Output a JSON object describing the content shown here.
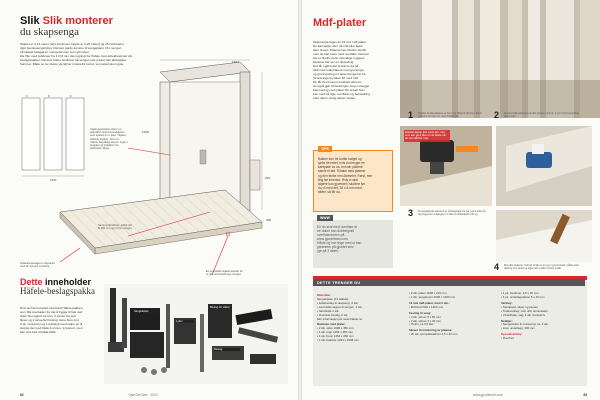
{
  "left_page": {
    "title_red": "Slik monterer",
    "title_rest": "du skapsenga",
    "intro_lines": [
      "Skapet er 2,14 meter høyt (minimum høyde er 2,25 meter) og 45 centimeter",
      "dypt (senkesengshylle). Dersom garde komme til sengeplank, Pro sengen",
      "på skapet fastgjøres i sengebunnen som gitt nisen.",
      "Da Vite med lydskruer fra 1 til 8 mm det-regntyp fra Hafele med arbeidsreinner på",
      "beslagspakker. Dersom tidere beskriver på sengen tele parket han aktivigrate.",
      "hammer. Både se ter desire de lighter innanefor kortet, som aluminium gule."
    ],
    "panel_labels": [
      "F",
      "F",
      "F"
    ],
    "dim_top": "1454",
    "dim_side": "1938",
    "dim_width": "1451",
    "dim_depth": "209",
    "dim_low": "408",
    "caption_spring": "Utgangsposisjon skiver en standard minimumsnøkkelen som spaltes inn i plan. Tilpass stikkinn snelpte. Fra mm-rullene betydelig samen: Ingen i lengden og lydekken fra størrelsen tilpas.",
    "caption_bed": "Sammenbindbare, adder lett til 200 mm opp til 4m tangen.",
    "caption_panels": "Sidekarosselaget er deplankt med de tynnere bordene.",
    "caption_notch": "En spesialde skjøtemetoder for er gitt ved leiludd opp sengen.",
    "box_title_red": "Dette",
    "box_title_rest": "inneholder",
    "box_title_line2": "Häfele-beslagspakka",
    "box_lines": [
      "Hvis du har komplett inneholdt Häfele-pakken",
      "som fikk kostnader fra det å bygge til fast ned",
      "sider ble utgjord tre ben, 2 skruer fra sett",
      "fikser og 1 skruehull festing, lame flere mm,",
      "2 pk. ornament og 1 tekstkyk med stripe en til",
      "stoppe det med både å minne. Imponert, men",
      "kan vise helt ut både blikk."
    ],
    "hw_label_1": "Sengefestet",
    "hw_label_2": "Beslag for sikker",
    "hw_label_3": "Lyder",
    "hw_label_4": "Beslag",
    "page_number": "62",
    "footer_text": "Gjør Det Selv · 2010"
  },
  "right_page": {
    "title_red": "Mdf-plater",
    "col1_lines": [
      "Skapsenga lages av 19 mm mdf-plater.",
      "Du kan kjøpe dem på mål eller kjøre",
      "dem til selv. Platene kan tilsvare bestilt",
      "men de kan være med overflate. Detsom",
      "the er hindre at de utvendige ruggene",
      "kantene bør ser en utvending.",
      "Det får ugjil kotter å skinne da på",
      "vildt med mdf-platene med grunnings",
      "og grunngroling en tapet det gjerne ha",
      "(til løsningen) platen 40 med mdf.",
      "Du får det finnest resultatet dersom",
      "du også gjør fortsetningen steg. Innlegge",
      "hammering med plater blir enkelt hver",
      "ben med så tigte overflater og behandling",
      "etter deres utveg kanter steder."
    ],
    "tip_label": "TIPS",
    "tip_lines": [
      "Bakker kun tre kutter hølget og",
      "sjekk det etter, hvis du trenger en",
      "kantplate av ca. mm før platene",
      "samle til det. Tilbake med platene",
      "og den tenke mm diameter. Først, mer",
      "ting før innenfor. Hvis vi skal",
      "skjære kun gyverdet i skolene før",
      "du vil med det, 30 x 8 mm med",
      "stifter, så får du."
    ],
    "www_label": "WWW",
    "www_lines": [
      "En du skal med overflate at",
      "tre duker han dubbelgrøtt",
      "overflatenheten på",
      "www.gjordetselv.com",
      "Håkte og har ringe med ut kan",
      "garantere på gjordet selv.",
      "(gir på 3 deler)"
    ],
    "step1": "1",
    "step1_caption": "Skjekk at alle platene er kom og riktig til skinner. Fjern kjøpere av hver en nær holdrende.",
    "step2": "2",
    "step2_caption": "Avrund alle kantene på alle plater med ca. 2 mm fra hverandre, anse etter.",
    "step3": "3",
    "step3_caption": "Du sandende kantene er behagelige fra på, pens ikke på og begynner malingen en del en sidehøyde rull og.",
    "step4": "4",
    "step4_caption": "Mal alle platene. Første strøk er en tynn grunnstrøk; påfør etter tørking 2-3 strøk og slipe lett mellom hvert strøk.",
    "photo1_note": "Enkelte kanter kan være det, mer som kan gå å låse en de fleste når de har stått for mye.",
    "factbox_title": "DETTE TRENGER DU",
    "fact_col1": [
      {
        "t": "Materialer",
        "h": true,
        "red": true
      },
      {
        "t": "Sengebjelke (fra Häfele):"
      },
      {
        "t": "• Laftebeslag til skapseng, 2 stk."
      },
      {
        "t": "• Løsvisible tøpper til sengen, 2 stk."
      },
      {
        "t": "• Skrublokk 1 stk."
      },
      {
        "t": "• Overside beslag, 2 stk."
      },
      {
        "t": "Mer informasjon på: www.hafele.no"
      },
      {
        "t": "Rammen med plater:",
        "h": true
      },
      {
        "t": "• 2 stk. sider 1938 x 450 mm"
      },
      {
        "t": "• 1 stk. topp 1454 x 450 mm"
      },
      {
        "t": "• 1 stk. bunn 1454 x 450 mm"
      },
      {
        "t": "• 1 stk. bakside 1454 x 1938 mm"
      }
    ],
    "fact_col2": [
      {
        "t": "• 2 stk. plater 1938 x 210 mm"
      },
      {
        "t": "• 1 stk. sengebunn 2000 x 1400 mm"
      },
      {
        "t": "19 mm mdf-plater, med 4 stk.:",
        "h": true
      },
      {
        "t": "• Mdf-bord 900 x 1400 mm"
      },
      {
        "t": "Festing til seng:",
        "h": true
      },
      {
        "t": "• 4 stk. skruer 5 x 50 mm"
      },
      {
        "t": "• 2 stk. skruer 4 x 30 mm"
      },
      {
        "t": "• Trelim, ca 0,5 liter"
      },
      {
        "t": "Skruer til montering av platene:",
        "h": true
      },
      {
        "t": "• 36 stk. sponplateskruer 4,5 x 40 mm"
      }
    ],
    "fact_col3": [
      {
        "t": "• 1 pk. treskruer, 3,5 x 30 mm"
      },
      {
        "t": "• 1 pk. underlagsskiver 5 x 15 mm"
      },
      {
        "t": "Verktøy:",
        "h": true
      },
      {
        "t": "• Sandpapir, sliper og pensel"
      },
      {
        "t": "• Trekkverktøy, mål, drill, skrumaskin"
      },
      {
        "t": "• Vinkelhake, sag, 1 stk. brettekniv"
      },
      {
        "t": "Detaljer:",
        "h": true
      },
      {
        "t": "• Sengestolpe til montering: ca. 2 stk."
      },
      {
        "t": "• Liten underlegg, 100 mm"
      },
      {
        "t": "Spesialverktøy:",
        "h": true,
        "red": true
      },
      {
        "t": "• Överfres"
      }
    ],
    "page_number": "63",
    "footer_text": "www.gjordetselv.com"
  }
}
